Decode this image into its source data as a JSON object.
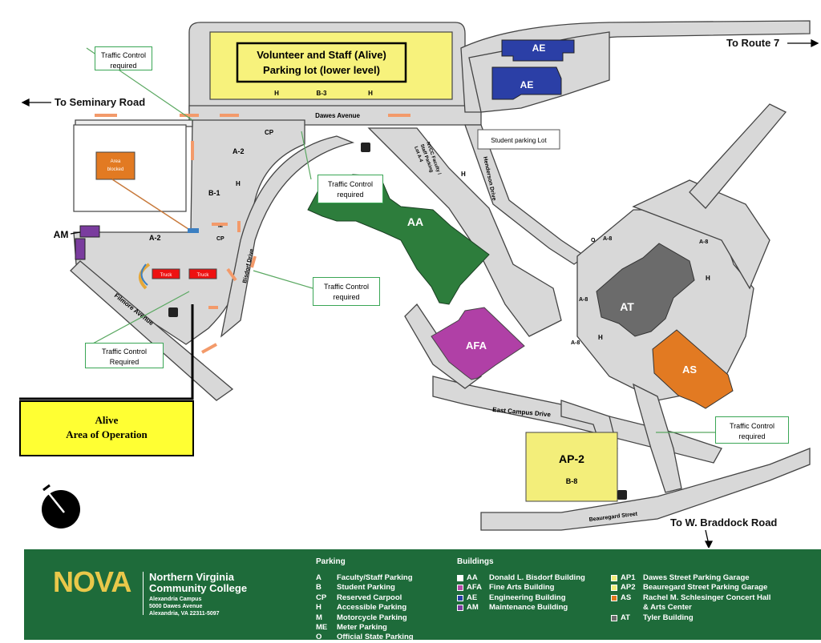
{
  "map": {
    "directions": {
      "route7": "To Route 7",
      "seminary": "To Seminary Road",
      "braddock": "To W. Braddock Road"
    },
    "roads": {
      "dawes": "Dawes Avenue",
      "filmore": "Filmore Avenue",
      "bisdorf": "Bisdorf Drive",
      "henderson": "Henderson Drive",
      "east_campus": "East Campus Drive",
      "beauregard": "Beauregard Street"
    },
    "buildings": {
      "ae_top": "AE",
      "ae_bottom": "AE",
      "aa": "AA",
      "afa": "AFA",
      "at": "AT",
      "as": "AS",
      "ap2": "AP-2",
      "ap2_sub": "B-8",
      "am": "AM"
    },
    "lots": {
      "volunteer_line1": "Volunteer and Staff (Alive)",
      "volunteer_line2": "Parking lot (lower level)",
      "b3": "B-3",
      "h1": "H",
      "h2": "H",
      "cp_top": "CP",
      "a2_top": "A-2",
      "b1": "B-1",
      "h_b1": "H",
      "m": "M",
      "cp_mid": "CP",
      "a2_bottom": "A-2",
      "a8_a": "A-8",
      "a8_b": "A-8",
      "a8_c": "A-8",
      "a8_d": "A-8",
      "h_at": "H",
      "h_at2": "H",
      "o_label": "O",
      "h_faculty": "H",
      "faculty_line1": "NVCC Faculty /",
      "faculty_line2": "Staff Parking",
      "faculty_line3": "Lot A-4",
      "student_lot": "Student parking Lot",
      "area_blocked_1": "Area",
      "area_blocked_2": "blocked",
      "truck1": "Truck",
      "truck2": "Truck"
    },
    "callouts": {
      "tc1_a": "Traffic Control",
      "tc1_b": "required",
      "tc2_a": "Traffic Control",
      "tc2_b": "required",
      "tc3_a": "Traffic Control",
      "tc3_b": "required",
      "tc4_a": "Traffic Control",
      "tc4_b": "Required",
      "tc5_a": "Traffic Control",
      "tc5_b": "required"
    },
    "alive_line1": "Alive",
    "alive_line2": "Area of Operation"
  },
  "legend": {
    "logo": "NOVA",
    "college_line1": "Northern Virginia",
    "college_line2": "Community College",
    "campus": "Alexandria Campus",
    "street": "5000 Dawes Avenue",
    "city": "Alexandria, VA 22311-5097",
    "parking_head": "Parking",
    "parking": [
      {
        "code": "A",
        "label": "Faculty/Staff Parking"
      },
      {
        "code": "B",
        "label": "Student Parking"
      },
      {
        "code": "CP",
        "label": "Reserved Carpool"
      },
      {
        "code": "H",
        "label": "Accessible Parking"
      },
      {
        "code": "M",
        "label": "Motorcycle Parking"
      },
      {
        "code": "ME",
        "label": "Meter Parking"
      },
      {
        "code": "O",
        "label": "Official State Parking"
      }
    ],
    "buildings_head": "Buildings",
    "buildings": [
      {
        "code": "AA",
        "label": "Donald L. Bisdorf Building",
        "color": "#ffffff"
      },
      {
        "code": "AFA",
        "label": "Fine Arts Building",
        "color": "#b44aa8"
      },
      {
        "code": "AE",
        "label": "Engineering Building",
        "color": "#2b3fa6"
      },
      {
        "code": "AM",
        "label": "Maintenance Building",
        "color": "#7a3c9e"
      }
    ],
    "buildings2": [
      {
        "code": "AP1",
        "label": "Dawes Street Parking Garage",
        "color": "#f3ee7a"
      },
      {
        "code": "AP2",
        "label": "Beauregard Street Parking Garage",
        "color": "#f3ee7a"
      },
      {
        "code": "AS",
        "label": "Rachel M. Schlesinger Concert Hall",
        "color": "#e17a1e"
      },
      {
        "code": "",
        "label": "& Arts Center",
        "color": ""
      },
      {
        "code": "AT",
        "label": "Tyler Building",
        "color": "#6e6e6e"
      }
    ]
  },
  "colors": {
    "road": "#d6d6d6",
    "road_edge": "#555555",
    "aa": "#2d7d3c",
    "afa": "#b040a6",
    "ae": "#2b3fa6",
    "at": "#6b6b6b",
    "as": "#e27a22",
    "ap2": "#f3ee7a",
    "am": "#7a3c9e",
    "alive_yellow": "#ffff33",
    "lot_yellow": "#f7f27c",
    "legend_green": "#1e6b3a",
    "arrow_orange": "#f39a6a",
    "callout_green": "#3aa655"
  }
}
